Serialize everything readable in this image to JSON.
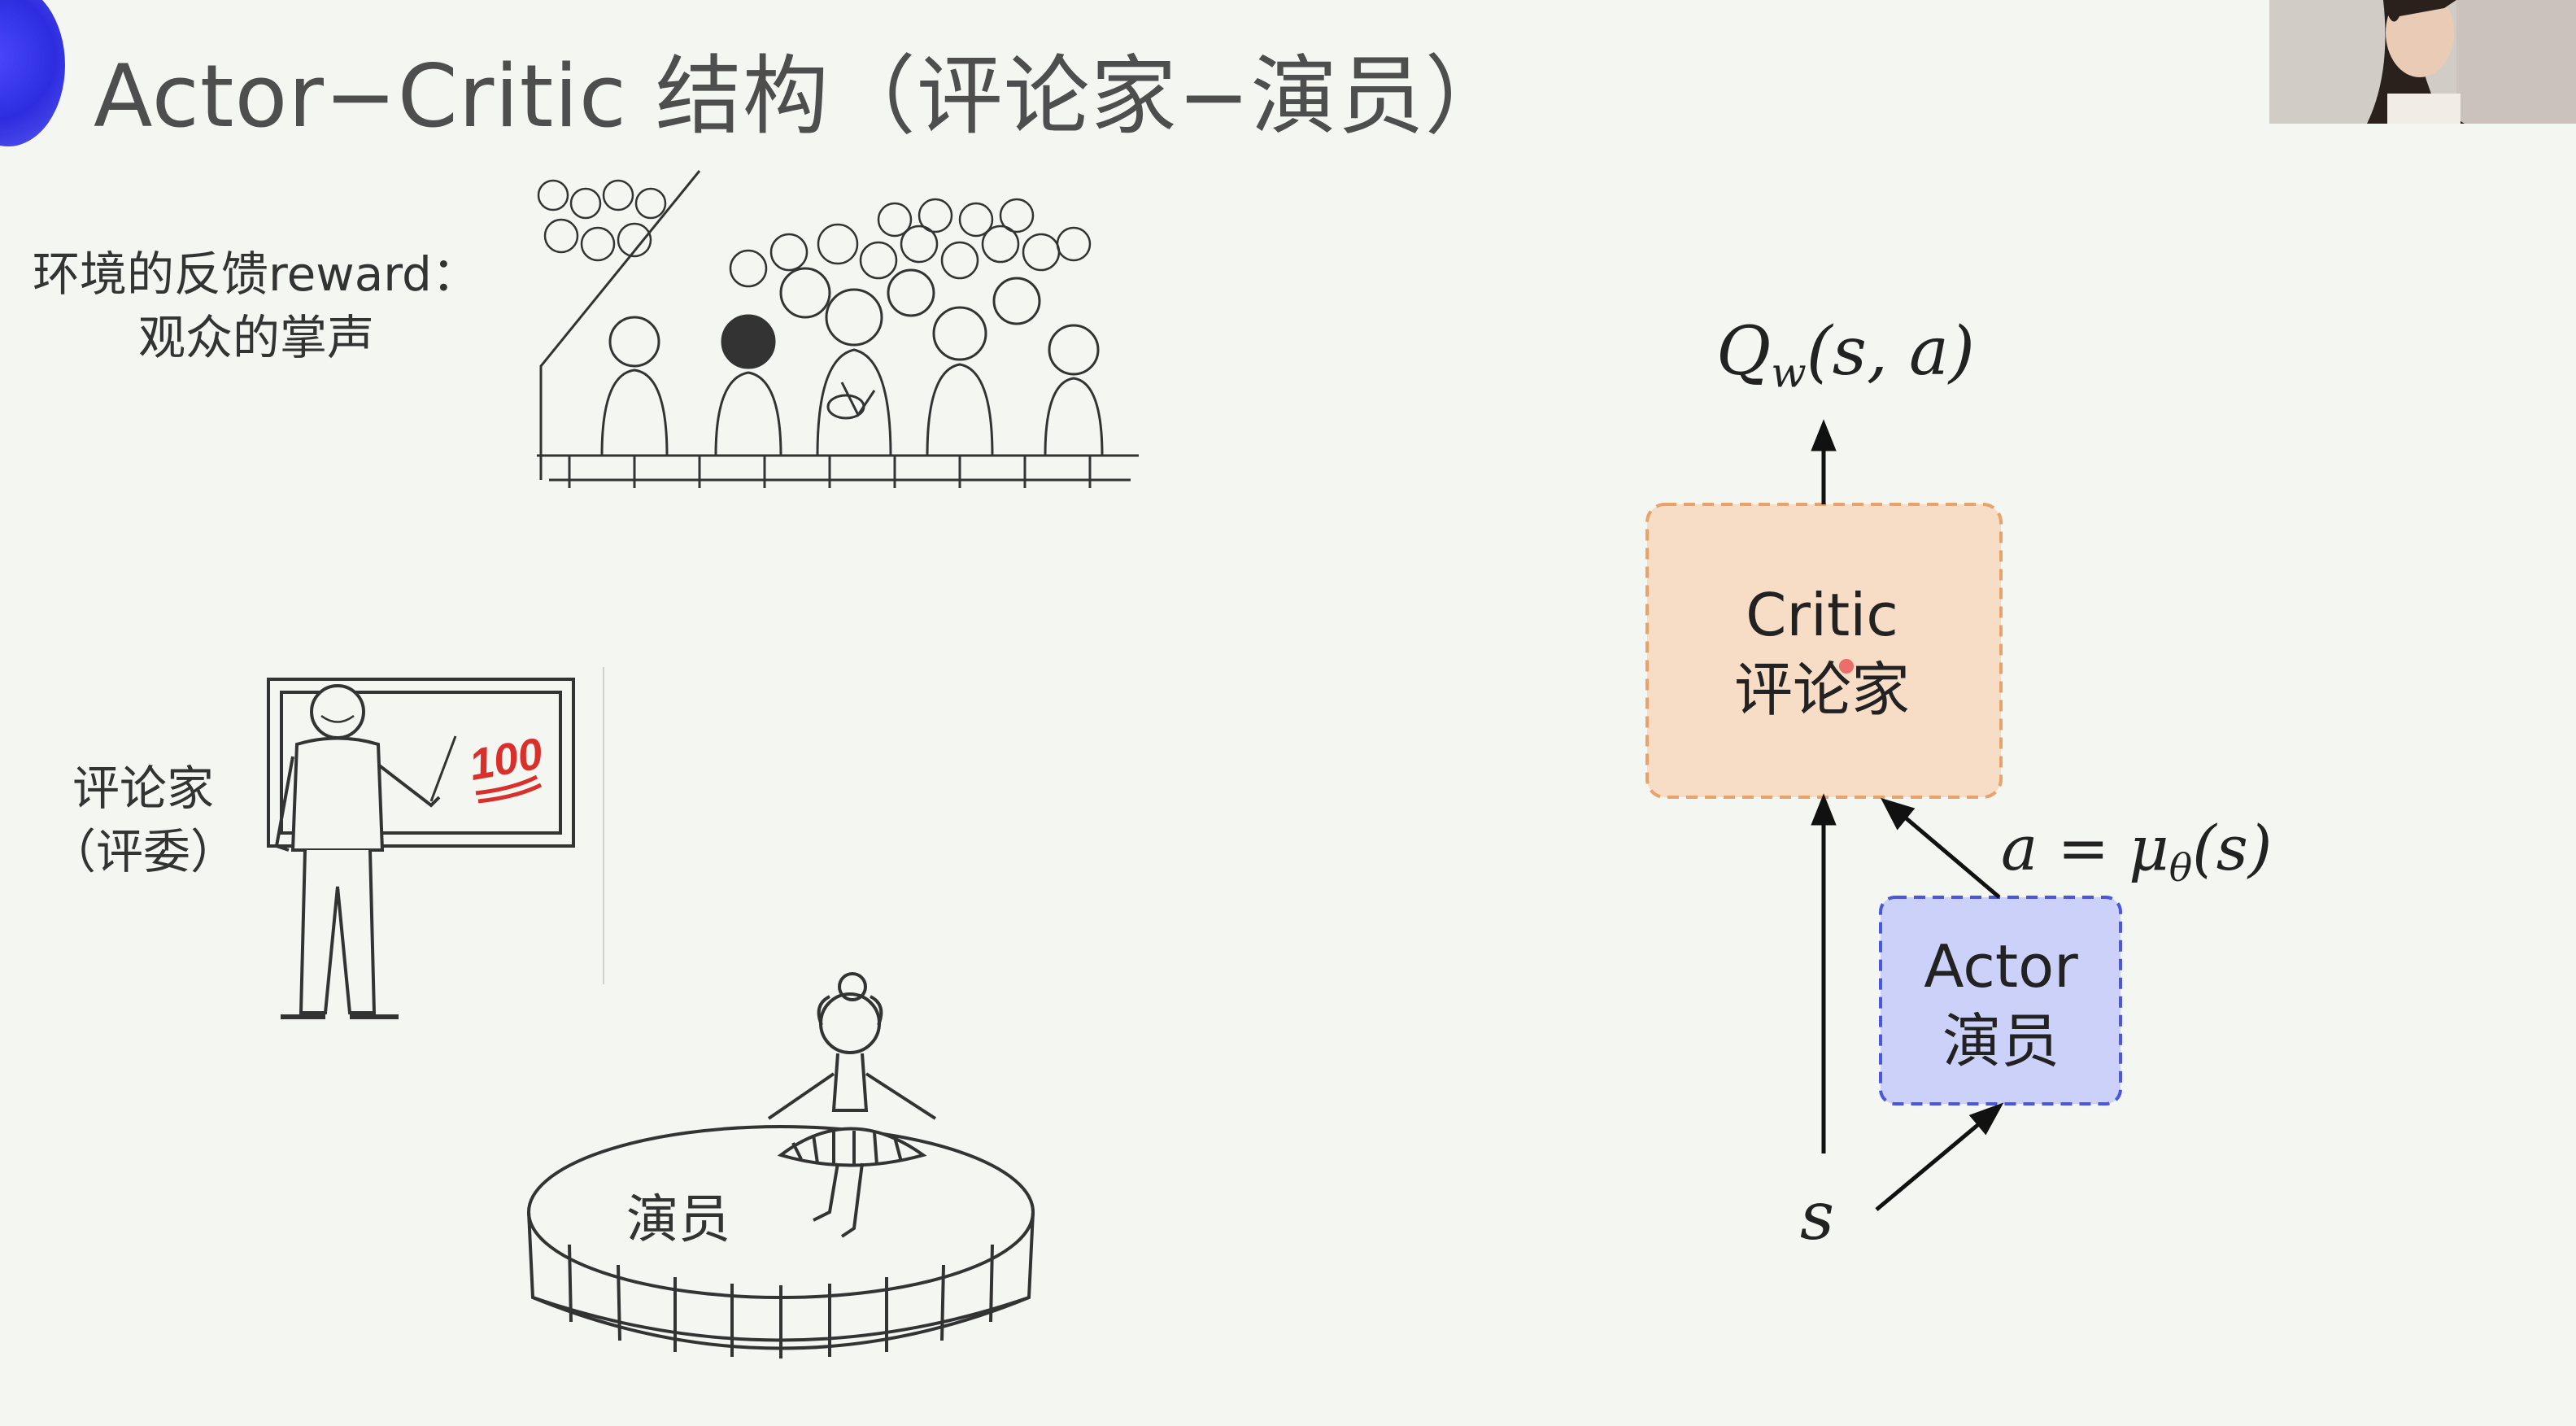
{
  "slide": {
    "title": "Actor−Critic 结构（评论家−演员）"
  },
  "illustrations": {
    "reward_label_line1": "环境的反馈reward：",
    "reward_label_line2": "观众的掌声",
    "critic_label_line1": "评论家",
    "critic_label_line2": "（评委）",
    "actor_stage_label": "演员",
    "board_score": "100"
  },
  "diagram": {
    "critic_box": {
      "line1": "Critic",
      "line2": "评论家",
      "fill": "#f7dcc6",
      "border": "#e8a26a"
    },
    "actor_box": {
      "line1": "Actor",
      "line2": "演员",
      "fill": "#cbd1f9",
      "border": "#4a56e0"
    },
    "output_label": {
      "sym": "Q",
      "sub": "w",
      "args": "(s, a)"
    },
    "action_label": {
      "lhs": "a = μ",
      "sub": "θ",
      "args": "(s)"
    },
    "state_label": "s"
  },
  "colors": {
    "background": "#f4f6f1",
    "title": "#4e4e4e",
    "logo": "#3a39f0"
  }
}
